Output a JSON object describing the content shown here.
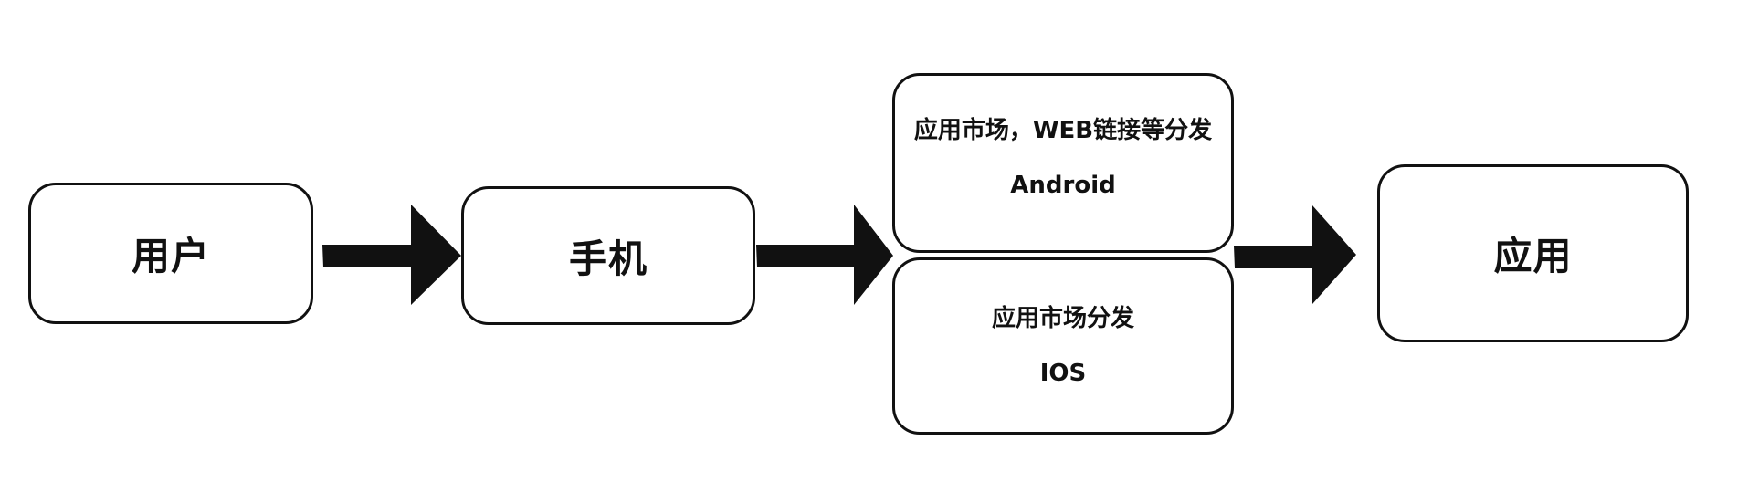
{
  "diagram": {
    "type": "flowchart",
    "colors": {
      "stroke": "#111111",
      "fill": "#ffffff",
      "arrow": "#111111"
    },
    "nodes": [
      {
        "id": "user",
        "lines": [
          "用户"
        ]
      },
      {
        "id": "phone",
        "lines": [
          "手机"
        ]
      },
      {
        "id": "android",
        "lines": [
          "应用市场，WEB链接等分发",
          "Android"
        ]
      },
      {
        "id": "ios",
        "lines": [
          "应用市场分发",
          "IOS"
        ]
      },
      {
        "id": "app",
        "lines": [
          "应用"
        ]
      }
    ],
    "edges": [
      {
        "from": "user",
        "to": "phone"
      },
      {
        "from": "phone",
        "to": "android/ios"
      },
      {
        "from": "android/ios",
        "to": "app"
      }
    ]
  }
}
